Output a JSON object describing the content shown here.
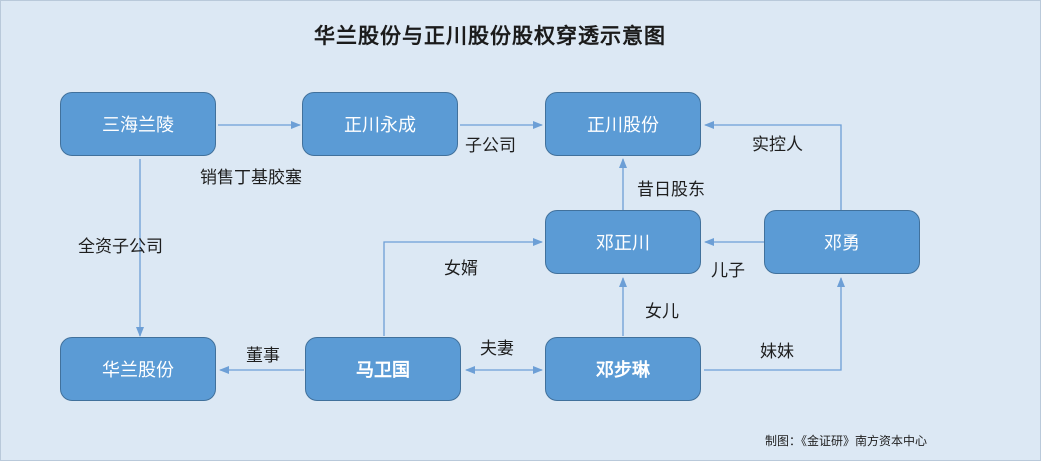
{
  "title": "华兰股份与正川股份股权穿透示意图",
  "nodes": {
    "sanhai": "三海兰陵",
    "zcyc": "正川永成",
    "zcgf": "正川股份",
    "dzc": "邓正川",
    "dy": "邓勇",
    "hlgf": "华兰股份",
    "mwg": "马卫国",
    "dbl": "邓步琳"
  },
  "edges": {
    "sales": "销售丁基胶塞",
    "subsidiary": "子公司",
    "controller": "实控人",
    "former_holder": "昔日股东",
    "wholly_owned": "全资子公司",
    "son_in_law": "女婿",
    "son": "儿子",
    "daughter": "女儿",
    "director": "董事",
    "spouse": "夫妻",
    "sister": "妹妹"
  },
  "credit": "制图：《金证研》南方资本中心",
  "colors": {
    "box_fill": "#5b9bd5",
    "box_border": "#41719c",
    "line": "#6d9fd6",
    "background": "#dce8f4"
  }
}
